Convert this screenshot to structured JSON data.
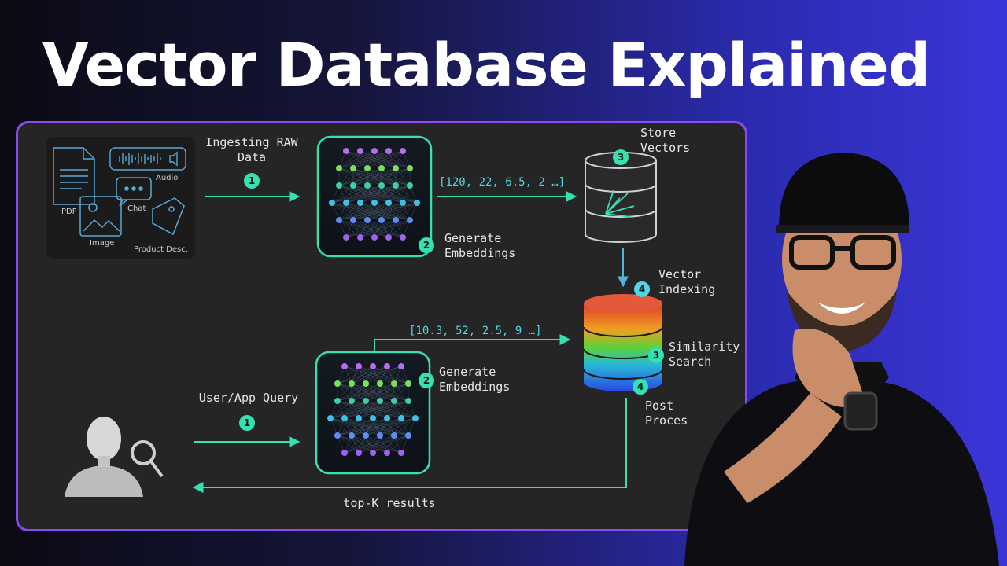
{
  "title": "Vector Database Explained",
  "sources": {
    "pdf": "PDF",
    "audio": "Audio",
    "chat": "Chat",
    "image": "Image",
    "product": "Product Desc."
  },
  "ingest": {
    "label_line1": "Ingesting RAW",
    "label_line2": "Data",
    "step": "1"
  },
  "embed_top": {
    "label_line1": "Generate",
    "label_line2": "Embeddings",
    "step": "2",
    "vector": "[120, 22, 6.5, 2 …]"
  },
  "store": {
    "label_line1": "Store",
    "label_line2": "Vectors",
    "step": "3"
  },
  "indexing": {
    "label_line1": "Vector",
    "label_line2": "Indexing",
    "step": "4"
  },
  "similarity": {
    "label_line1": "Similarity",
    "label_line2": "Search",
    "step": "3"
  },
  "post": {
    "label_line1": "Post",
    "label_line2": "Proces",
    "step": "4"
  },
  "query": {
    "label": "User/App Query",
    "step": "1"
  },
  "embed_bottom": {
    "label_line1": "Generate",
    "label_line2": "Embeddings",
    "step": "2",
    "vector": "[10.3, 52, 2.5, 9 …]"
  },
  "results": {
    "label": "top-K results"
  },
  "colors": {
    "accent": "#36e0b0",
    "border": "#8a4cf0",
    "cyan": "#4fd6e8"
  }
}
